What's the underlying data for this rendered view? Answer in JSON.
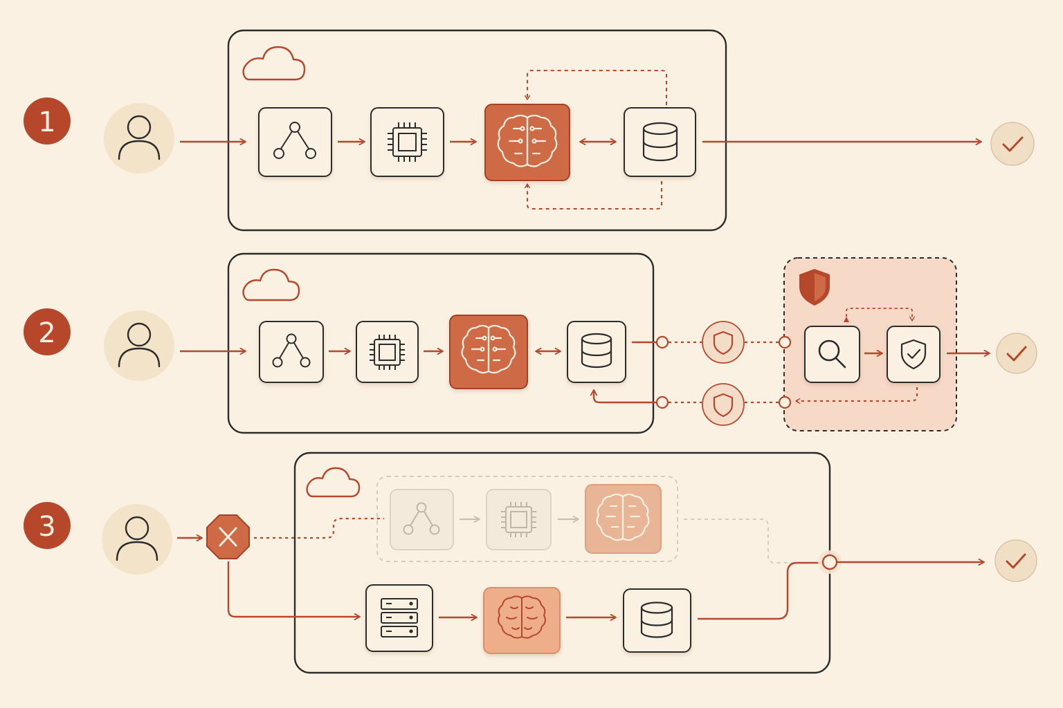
{
  "steps": [
    {
      "number": "1"
    },
    {
      "number": "2"
    },
    {
      "number": "3"
    }
  ],
  "colors": {
    "background": "#fbf1e2",
    "accent": "#b7472a",
    "accent_fill": "#cf6a47",
    "accent_light": "#eeae89",
    "panel_border": "#2b2b2b",
    "node_fill": "#fbf1e2",
    "circle_fill": "#f3e3c8",
    "security_zone": "#f6d9c6"
  },
  "icons": [
    "user-icon",
    "cloud-icon",
    "network-icon",
    "cpu-chip-icon",
    "brain-icon",
    "database-icon",
    "check-icon",
    "shield-icon",
    "magnifier-icon",
    "shield-check-icon",
    "stop-x-icon",
    "server-rack-icon"
  ]
}
